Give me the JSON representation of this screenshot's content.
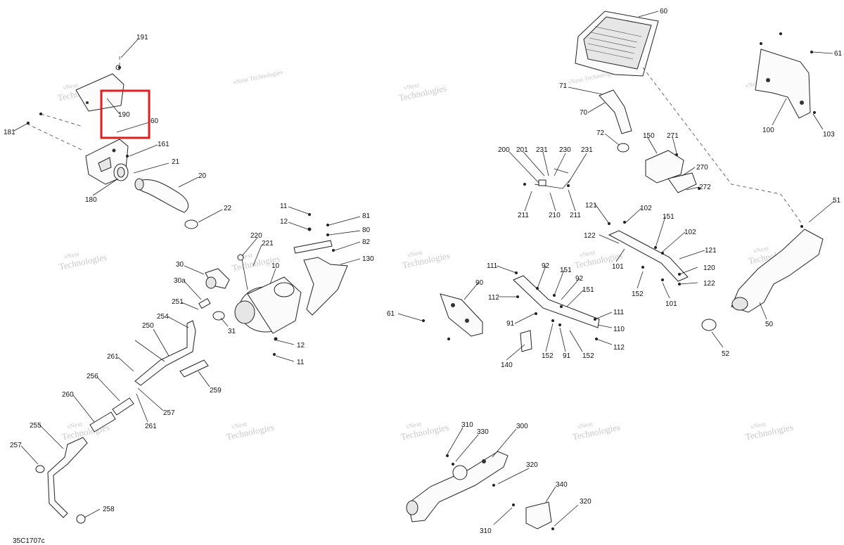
{
  "diagram_code": "35C1707c",
  "highlight": {
    "color": "#e02020",
    "target_callouts": [
      "190",
      "60"
    ]
  },
  "watermark": {
    "line1": "vNext",
    "line2": "Technologies",
    "text": "vNext Technologies"
  },
  "callouts": [
    "191",
    "190",
    "60",
    "181",
    "161",
    "21",
    "20",
    "180",
    "22",
    "11",
    "12",
    "81",
    "80",
    "82",
    "220",
    "221",
    "130",
    "30",
    "10",
    "30a",
    "251",
    "254",
    "250",
    "31",
    "12",
    "11",
    "261",
    "259",
    "256",
    "260",
    "261",
    "257",
    "255",
    "257",
    "258",
    "60",
    "71",
    "70",
    "72",
    "150",
    "271",
    "200",
    "201",
    "231",
    "230",
    "231",
    "270",
    "272",
    "211",
    "210",
    "211",
    "121",
    "102",
    "151",
    "122",
    "102",
    "101",
    "121",
    "120",
    "122",
    "111",
    "92",
    "151",
    "92",
    "151",
    "152",
    "101",
    "90",
    "112",
    "61",
    "111",
    "91",
    "110",
    "112",
    "140",
    "152",
    "91",
    "152",
    "61",
    "100",
    "103",
    "51",
    "50",
    "52",
    "310",
    "330",
    "300",
    "320",
    "340",
    "320",
    "310"
  ]
}
